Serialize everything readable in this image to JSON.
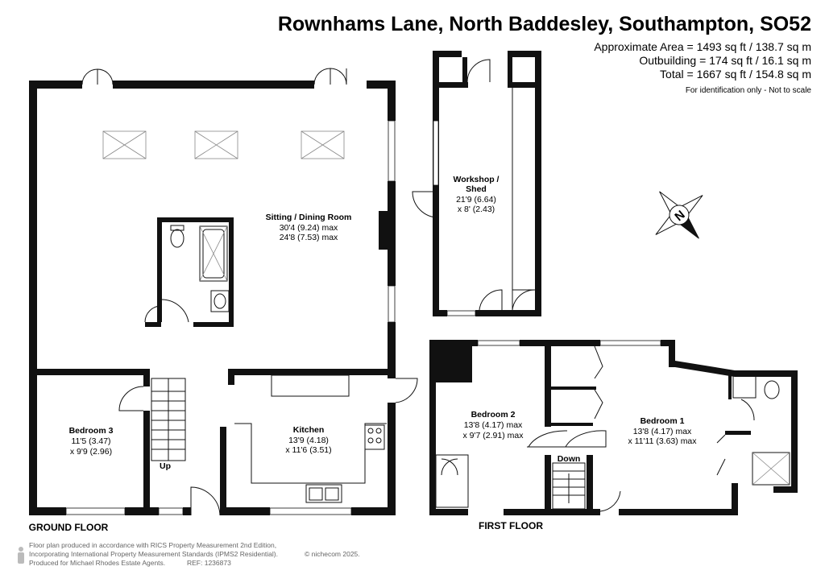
{
  "header": {
    "title": "Rownhams Lane, North Baddesley, Southampton, SO52",
    "approx_area": "Approximate Area = 1493 sq ft / 138.7 sq m",
    "outbuilding": "Outbuilding = 174 sq ft / 16.1 sq m",
    "total": "Total = 1667 sq ft / 154.8 sq m",
    "disclaimer": "For identification only - Not to scale"
  },
  "ground_floor": {
    "label": "GROUND FLOOR",
    "sitting": {
      "name": "Sitting / Dining Room",
      "dim1": "30'4 (9.24) max",
      "dim2": "24'8 (7.53) max"
    },
    "bedroom3": {
      "name": "Bedroom 3",
      "dim1": "11'5 (3.47)",
      "dim2": "x 9'9 (2.96)"
    },
    "kitchen": {
      "name": "Kitchen",
      "dim1": "13'9 (4.18)",
      "dim2": "x 11'6 (3.51)"
    },
    "stairs": "Up"
  },
  "outbuilding": {
    "name_line1": "Workshop /",
    "name_line2": "Shed",
    "dim1": "21'9 (6.64)",
    "dim2": "x 8' (2.43)"
  },
  "first_floor": {
    "label": "FIRST FLOOR",
    "bedroom2": {
      "name": "Bedroom 2",
      "dim1": "13'8 (4.17) max",
      "dim2": "x 9'7 (2.91) max"
    },
    "bedroom1": {
      "name": "Bedroom 1",
      "dim1": "13'8 (4.17) max",
      "dim2": "x 11'11 (3.63) max"
    },
    "stairs": "Down"
  },
  "compass": {
    "letter": "N",
    "icon": "compass-icon"
  },
  "footer": {
    "line1": "Floor plan produced in accordance with RICS Property Measurement 2nd Edition,",
    "line2": "Incorporating International Property Measurement Standards (IPMS2 Residential).",
    "copyright": "© nichecom 2025.",
    "line3": "Produced for Michael Rhodes Estate Agents.",
    "ref": "REF: 1236873"
  }
}
